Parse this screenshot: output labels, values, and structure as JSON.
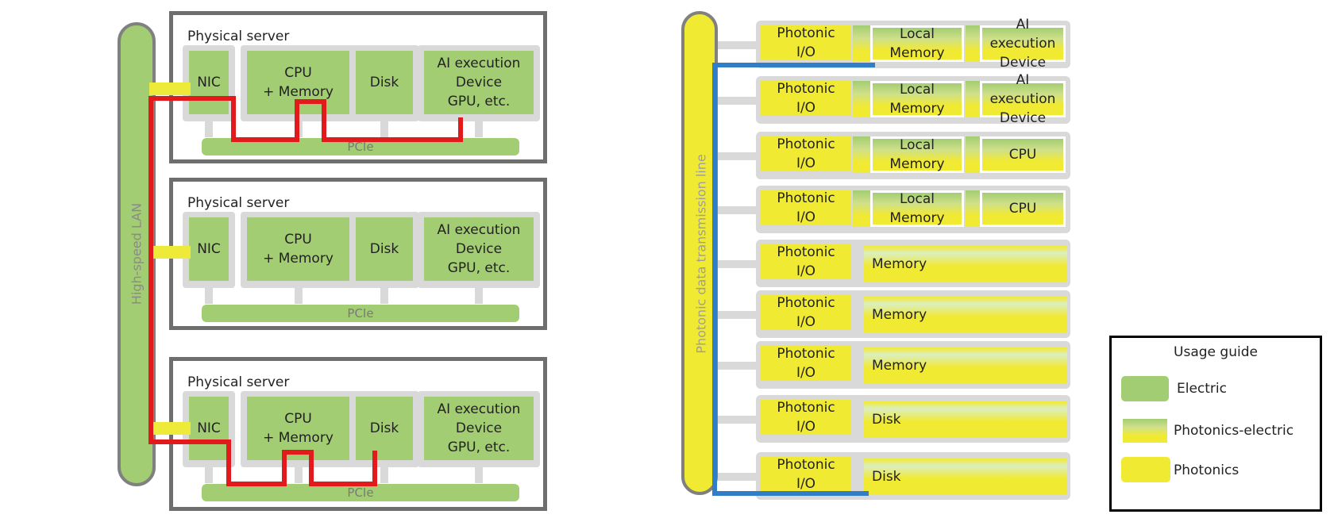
{
  "left_diagram": {
    "lan_label": "High-speed LAN",
    "servers": [
      {
        "title": "Physical server",
        "components": [
          "NIC",
          "CPU\n+ Memory",
          "Disk",
          "AI execution\nDevice\nGPU, etc."
        ],
        "bus": "PCIe"
      },
      {
        "title": "Physical server",
        "components": [
          "NIC",
          "CPU\n+ Memory",
          "Disk",
          "AI execution\nDevice\nGPU, etc."
        ],
        "bus": "PCIe"
      },
      {
        "title": "Physical server",
        "components": [
          "NIC",
          "CPU\n+ Memory",
          "Disk",
          "AI execution\nDevice\nGPU, etc."
        ],
        "bus": "PCIe"
      }
    ],
    "data_path_color": "#e31a1c"
  },
  "right_diagram": {
    "line_label": "Photonic data transmission line",
    "rows": [
      {
        "io": "Photonic\nI/O",
        "type": "split",
        "items": [
          "Local\nMemory",
          "AI execution\nDevice"
        ]
      },
      {
        "io": "Photonic\nI/O",
        "type": "split",
        "items": [
          "Local\nMemory",
          "AI execution\nDevice"
        ]
      },
      {
        "io": "Photonic\nI/O",
        "type": "split",
        "items": [
          "Local\nMemory",
          "CPU"
        ]
      },
      {
        "io": "Photonic\nI/O",
        "type": "split",
        "items": [
          "Local\nMemory",
          "CPU"
        ]
      },
      {
        "io": "Photonic\nI/O",
        "type": "wide",
        "items": [
          "Memory"
        ]
      },
      {
        "io": "Photonic\nI/O",
        "type": "wide",
        "items": [
          "Memory"
        ]
      },
      {
        "io": "Photonic\nI/O",
        "type": "wide",
        "items": [
          "Memory"
        ]
      },
      {
        "io": "Photonic\nI/O",
        "type": "wide",
        "items": [
          "Disk"
        ]
      },
      {
        "io": "Photonic\nI/O",
        "type": "wide",
        "items": [
          "Disk"
        ]
      }
    ],
    "data_path_color": "#2f7ec7"
  },
  "legend": {
    "title": "Usage guide",
    "items": [
      {
        "label": "Electric",
        "color": "#a3cd72"
      },
      {
        "label": "Photonics-electric",
        "color": "gradient"
      },
      {
        "label": "Photonics",
        "color": "#f1ea33"
      }
    ]
  },
  "colors": {
    "electric": "#a3cd72",
    "photonics": "#f1ea33",
    "frame": "#6e6e6e",
    "slot": "#d9d9d9"
  }
}
